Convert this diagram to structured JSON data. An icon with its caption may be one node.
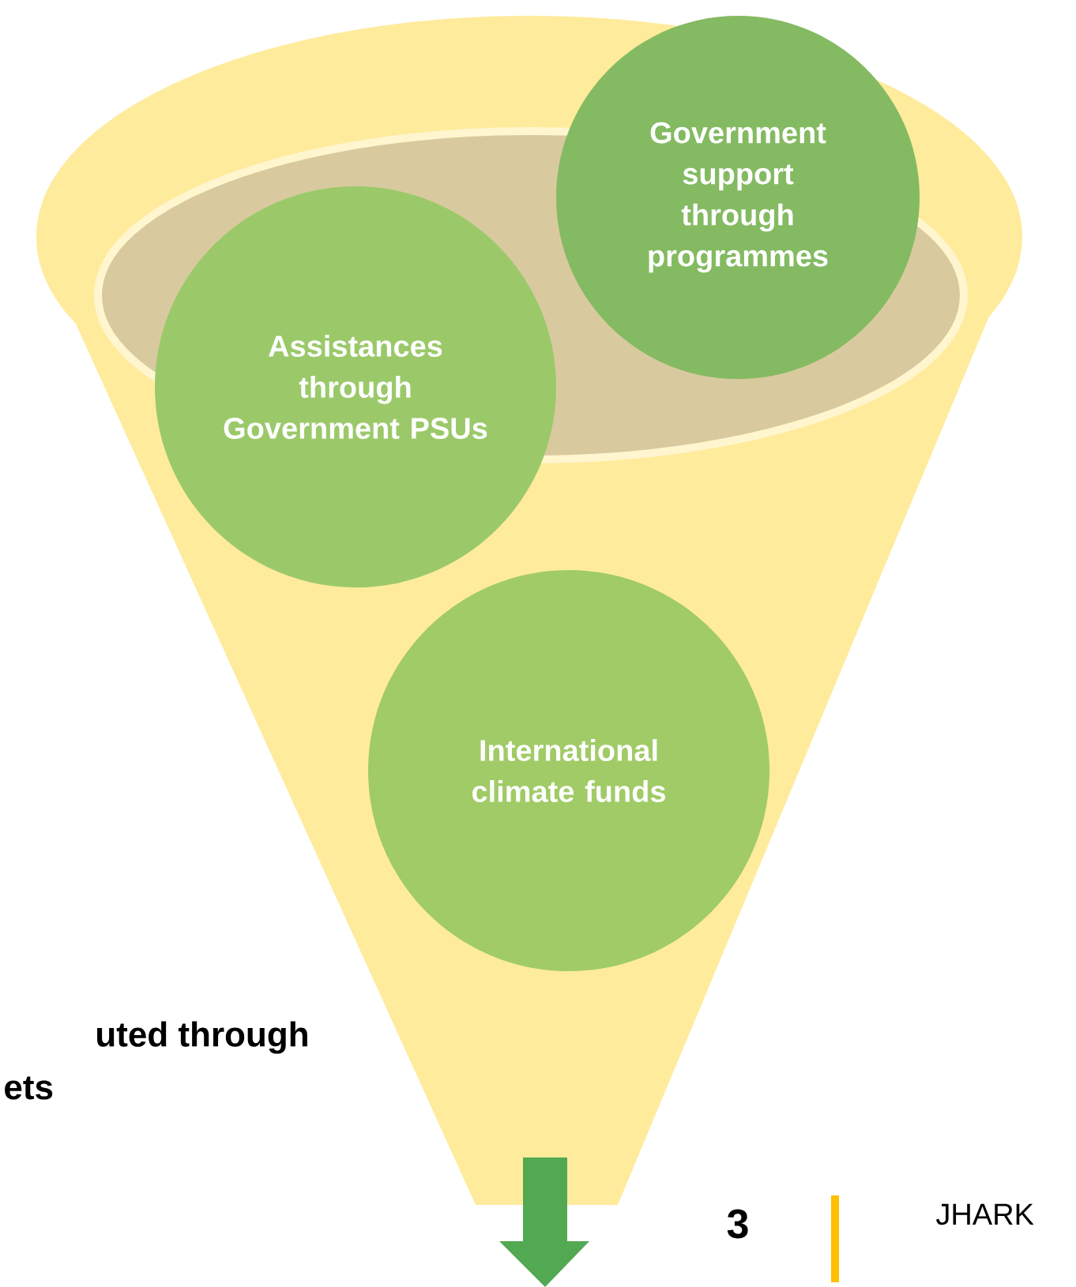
{
  "diagram": {
    "nodes": [
      {
        "text": [
          "Government support through programmes"
        ]
      },
      {
        "text": [
          "Assistances through Government PSUs"
        ]
      },
      {
        "text": [
          "International climate funds"
        ]
      }
    ],
    "labels": [
      "uted through",
      "ets",
      "3",
      "JHARK"
    ]
  }
}
